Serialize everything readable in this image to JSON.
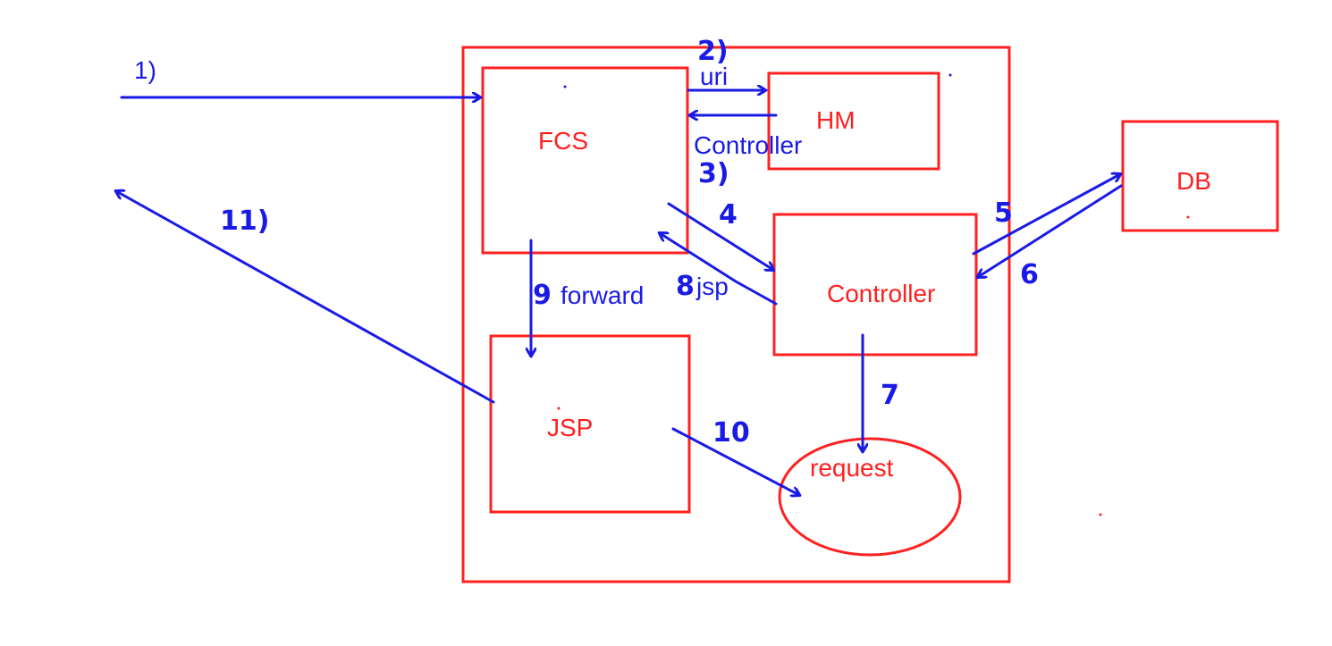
{
  "diagram": {
    "nodes": {
      "fcs": "FCS",
      "hm": "HM",
      "db": "DB",
      "controller": "Controller",
      "jsp": "JSP",
      "request": "request"
    },
    "edge_labels": {
      "step1": "1)",
      "step2": "2)",
      "uri": "uri",
      "controller": "Controller",
      "step3": "3)",
      "step4": "4",
      "step5": "5",
      "step6": "6",
      "step7": "7",
      "step8": "8",
      "forward": "forward",
      "step9": "9",
      "jsp": "jsp",
      "step10": "10",
      "step11": "11)"
    },
    "colors": {
      "node_outline": "#ff2020",
      "arrow": "#1a1ae6"
    }
  }
}
